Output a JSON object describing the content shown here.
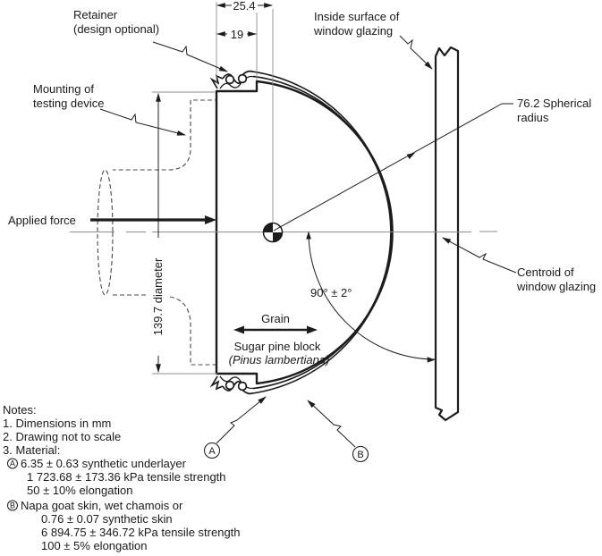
{
  "callouts": {
    "retainer": [
      "Retainer",
      "(design optional)"
    ],
    "mounting": [
      "Mounting of",
      "testing device"
    ],
    "inside_surface": [
      "Inside surface of",
      "window glazing"
    ],
    "spherical_radius": [
      "76.2 Spherical",
      "radius"
    ],
    "centroid": [
      "Centroid of",
      "window glazing"
    ],
    "applied_force": "Applied force",
    "grain": "Grain",
    "block": [
      "Sugar pine block",
      "(Pinus lambertiana)"
    ]
  },
  "dimensions": {
    "overall_depth": "25.4",
    "retainer_depth": "19",
    "diameter": "139.7 diameter",
    "impact_angle": "90° ± 2°"
  },
  "material_markers": {
    "a": "A",
    "b": "B"
  },
  "notes": {
    "title": "Notes:",
    "items": [
      "1. Dimensions in mm",
      "2. Drawing not to scale",
      "3. Material:",
      "6.35 ± 0.63 synthetic underlayer",
      "1 723.68 ± 173.36 kPa tensile strength",
      "50 ± 10% elongation",
      "Napa goat skin, wet chamois or",
      "0.76 ± 0.07 synthetic skin",
      "6 894.75 ± 346.72 kPa tensile strength",
      "100 ± 5% elongation"
    ]
  },
  "colors": {
    "line": "#1c1c1c",
    "construction": "#8f8f8f",
    "background": "#ffffff"
  }
}
